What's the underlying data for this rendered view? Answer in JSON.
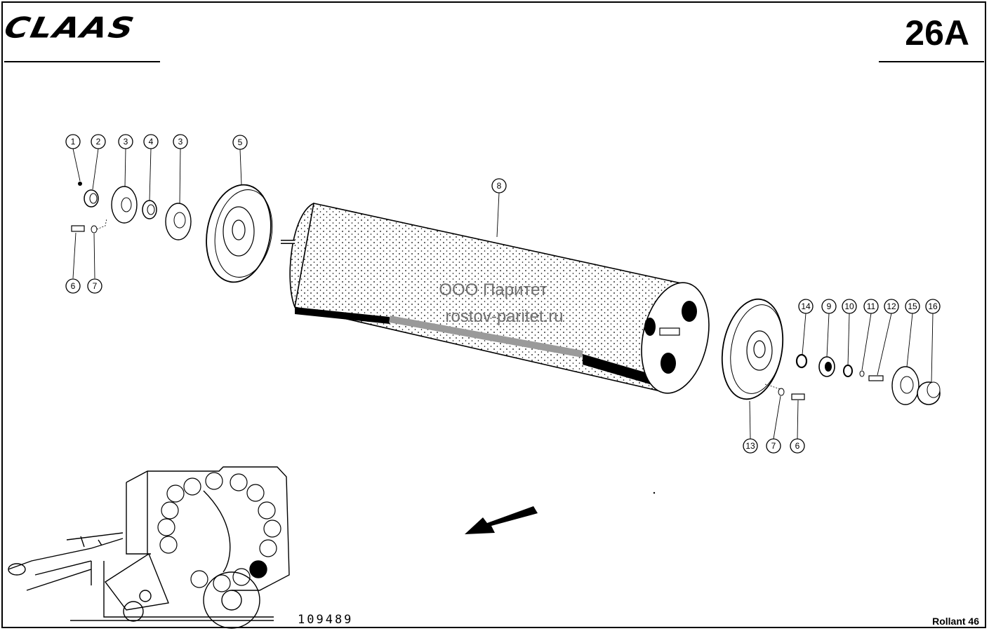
{
  "header": {
    "brand": "CLAAS",
    "page_number": "26A"
  },
  "footer": {
    "drawing_number": "109489",
    "model": "Rollant 46"
  },
  "watermark": {
    "line1": "ООО Паритет",
    "line2": "rostov-paritet.ru"
  },
  "callouts": {
    "c1": "1",
    "c2": "2",
    "c3a": "3",
    "c4": "4",
    "c3b": "3",
    "c5": "5",
    "c6a": "6",
    "c7a": "7",
    "c8": "8",
    "c14": "14",
    "c9": "9",
    "c10": "10",
    "c11": "11",
    "c12": "12",
    "c15": "15",
    "c16": "16",
    "c13": "13",
    "c7b": "7",
    "c6b": "6"
  }
}
